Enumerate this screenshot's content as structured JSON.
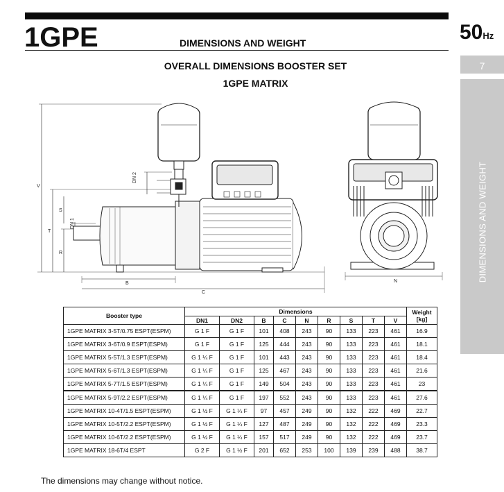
{
  "header": {
    "brand": "1GPE",
    "section_title": "DIMENSIONS AND WEIGHT",
    "frequency_value": "50",
    "frequency_unit": "Hz"
  },
  "sidebar": {
    "page_number": "7",
    "label": "DIMENSIONS AND WEIGHT"
  },
  "headings": {
    "line1": "OVERALL DIMENSIONS BOOSTER SET",
    "line2": "1GPE MATRIX"
  },
  "drawing_labels": {
    "v": "V",
    "t": "T",
    "s": "S",
    "r": "R",
    "b": "B",
    "c": "C",
    "n": "N",
    "dn1": "DN 1",
    "dn2": "DN 2"
  },
  "table": {
    "booster_type_header": "Booster type",
    "dimensions_header": "Dimensions",
    "weight_header": "Weight",
    "weight_unit": "[kg]",
    "columns": [
      "DN1",
      "DN2",
      "B",
      "C",
      "N",
      "R",
      "S",
      "T",
      "V"
    ],
    "rows": [
      {
        "type": "1GPE MATRIX 3-5T/0.75 ESPT(ESPM)",
        "dn1": "G 1 F",
        "dn2": "G 1 F",
        "b": "101",
        "c": "408",
        "n": "243",
        "r": "90",
        "s": "133",
        "t": "223",
        "v": "461",
        "w": "16.9"
      },
      {
        "type": "1GPE MATRIX 3-6T/0.9 ESPT(ESPM)",
        "dn1": "G 1 F",
        "dn2": "G 1 F",
        "b": "125",
        "c": "444",
        "n": "243",
        "r": "90",
        "s": "133",
        "t": "223",
        "v": "461",
        "w": "18.1"
      },
      {
        "type": "1GPE MATRIX 5-5T/1.3 ESPT(ESPM)",
        "dn1": "G 1 ¼ F",
        "dn2": "G 1 F",
        "b": "101",
        "c": "443",
        "n": "243",
        "r": "90",
        "s": "133",
        "t": "223",
        "v": "461",
        "w": "18.4"
      },
      {
        "type": "1GPE MATRIX 5-6T/1.3 ESPT(ESPM)",
        "dn1": "G 1 ¼ F",
        "dn2": "G 1 F",
        "b": "125",
        "c": "467",
        "n": "243",
        "r": "90",
        "s": "133",
        "t": "223",
        "v": "461",
        "w": "21.6"
      },
      {
        "type": "1GPE MATRIX 5-7T/1.5 ESPT(ESPM)",
        "dn1": "G 1 ¼ F",
        "dn2": "G 1 F",
        "b": "149",
        "c": "504",
        "n": "243",
        "r": "90",
        "s": "133",
        "t": "223",
        "v": "461",
        "w": "23"
      },
      {
        "type": "1GPE MATRIX 5-9T/2.2 ESPT(ESPM)",
        "dn1": "G 1 ¼ F",
        "dn2": "G 1 F",
        "b": "197",
        "c": "552",
        "n": "243",
        "r": "90",
        "s": "133",
        "t": "223",
        "v": "461",
        "w": "27.6"
      },
      {
        "type": "1GPE MATRIX 10-4T/1.5 ESPT(ESPM)",
        "dn1": "G 1 ½ F",
        "dn2": "G 1 ¼ F",
        "b": "97",
        "c": "457",
        "n": "249",
        "r": "90",
        "s": "132",
        "t": "222",
        "v": "469",
        "w": "22.7"
      },
      {
        "type": "1GPE MATRIX 10-5T/2.2 ESPT(ESPM)",
        "dn1": "G 1 ½ F",
        "dn2": "G 1 ¼ F",
        "b": "127",
        "c": "487",
        "n": "249",
        "r": "90",
        "s": "132",
        "t": "222",
        "v": "469",
        "w": "23.3"
      },
      {
        "type": "1GPE MATRIX 10-6T/2.2 ESPT(ESPM)",
        "dn1": "G 1 ½ F",
        "dn2": "G 1 ¼ F",
        "b": "157",
        "c": "517",
        "n": "249",
        "r": "90",
        "s": "132",
        "t": "222",
        "v": "469",
        "w": "23.7"
      },
      {
        "type": "1GPE MATRIX 18-6T/4  ESPT",
        "dn1": "G 2  F",
        "dn2": "G 1 ½ F",
        "b": "201",
        "c": "652",
        "n": "253",
        "r": "100",
        "s": "139",
        "t": "239",
        "v": "488",
        "w": "38.7"
      }
    ]
  },
  "footer_note": "The dimensions may change without notice."
}
